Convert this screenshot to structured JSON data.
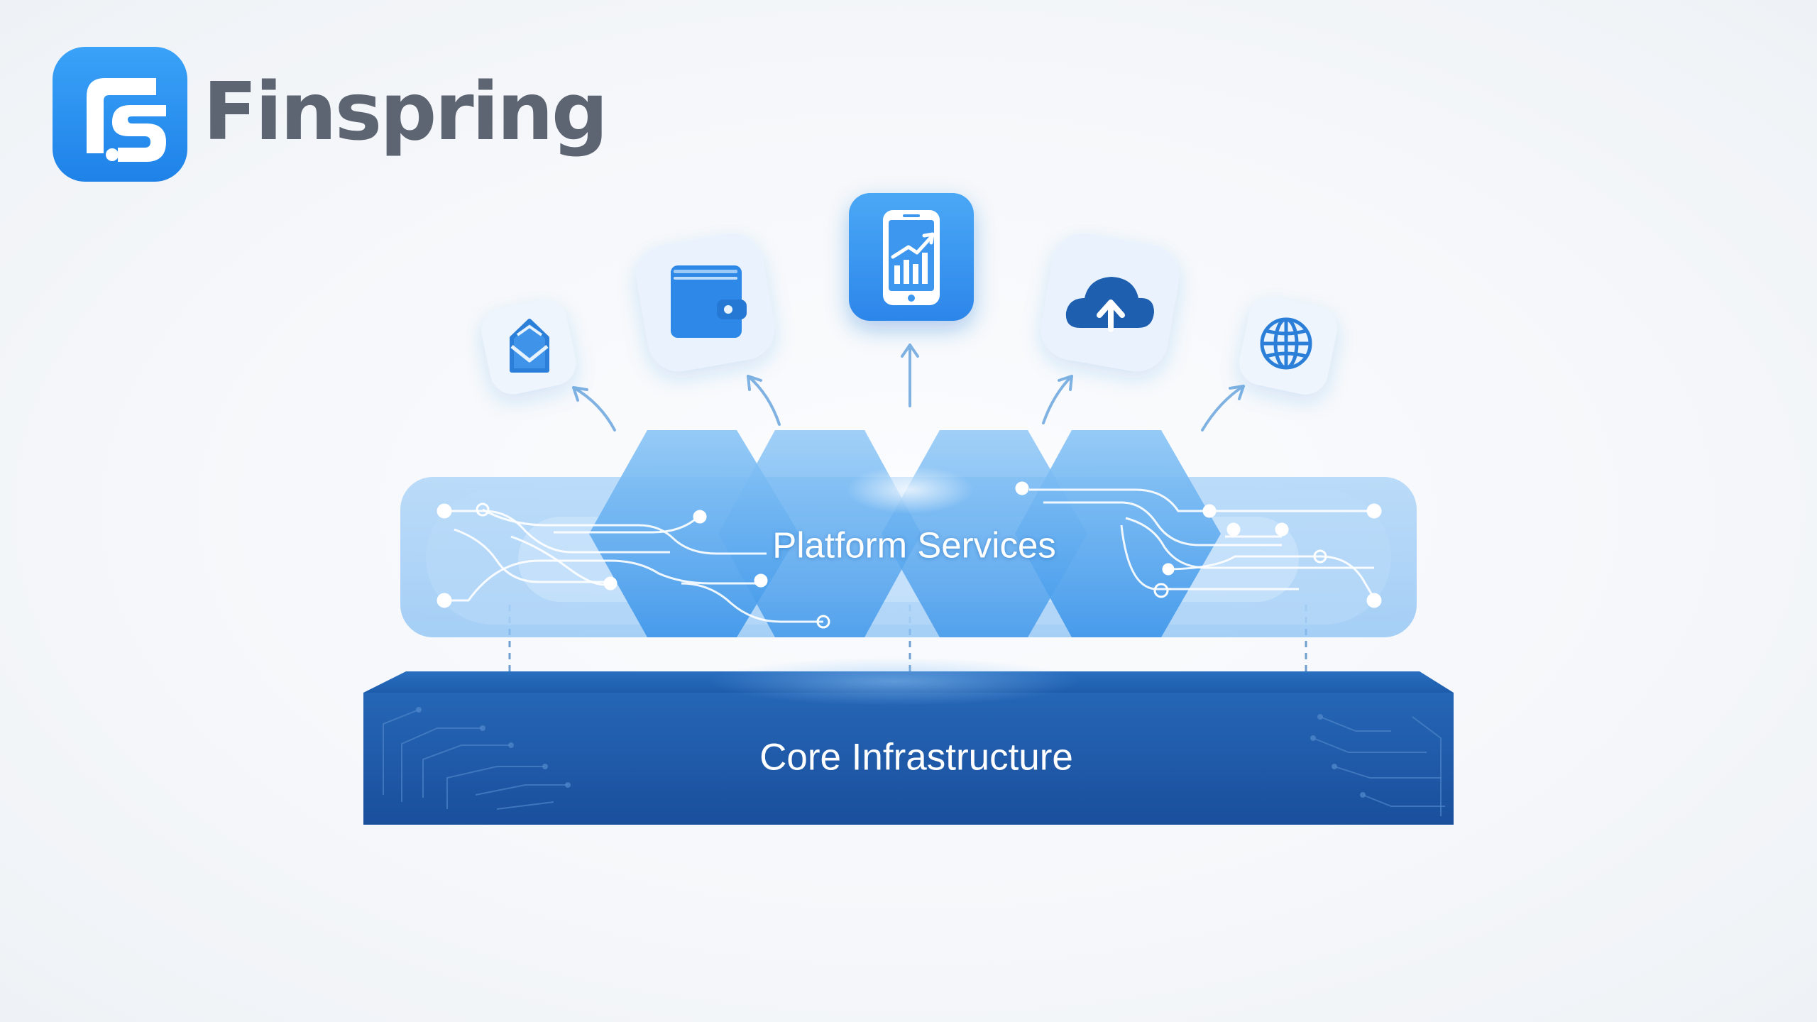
{
  "brand": {
    "name": "Finspring",
    "logo_icon": "finspring-logo-icon"
  },
  "diagram": {
    "platform_layer": {
      "label": "Platform Services"
    },
    "core_layer": {
      "label": "Core Infrastructure"
    },
    "service_icons": [
      {
        "name": "envelope-icon"
      },
      {
        "name": "wallet-icon"
      },
      {
        "name": "mobile-analytics-icon"
      },
      {
        "name": "cloud-upload-icon"
      },
      {
        "name": "globe-icon"
      }
    ]
  },
  "colors": {
    "primary_blue": "#2f8ef0",
    "platform_blue": "#5aaaf0",
    "core_blue": "#1e5aa8",
    "brand_gray": "#5d6472"
  }
}
